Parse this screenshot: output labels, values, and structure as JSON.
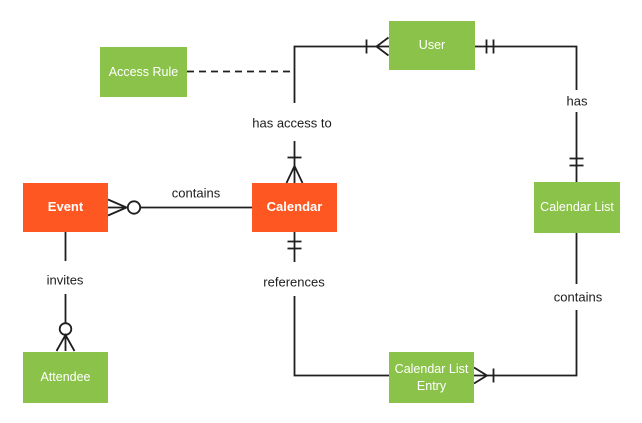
{
  "colors": {
    "entity_orange": "#FF5722",
    "entity_green": "#8BC34A",
    "entity_text": "#FFFFFF",
    "line": "#1F1F1F",
    "label_text": "#1C1C1C",
    "background": "#FFFFFF"
  },
  "entities": [
    {
      "id": "access-rule",
      "label": "Access Rule",
      "color": "green"
    },
    {
      "id": "user",
      "label": "User",
      "color": "green"
    },
    {
      "id": "event",
      "label": "Event",
      "color": "orange"
    },
    {
      "id": "calendar",
      "label": "Calendar",
      "color": "orange"
    },
    {
      "id": "calendar-list",
      "label": "Calendar List",
      "color": "green"
    },
    {
      "id": "attendee",
      "label": "Attendee",
      "color": "green"
    },
    {
      "id": "calendar-list-entry",
      "label": "Calendar List Entry",
      "color": "green"
    }
  ],
  "relationships": [
    {
      "id": "has-access-to",
      "label": "has access to",
      "from": "Calendar",
      "to": "User",
      "from_marker": "one-or-many",
      "to_marker": "one-or-many",
      "style": "solid"
    },
    {
      "id": "has",
      "label": "has",
      "from": "User",
      "to": "Calendar List",
      "from_marker": "one-and-only-one",
      "to_marker": "one-and-only-one",
      "style": "solid"
    },
    {
      "id": "contains-events",
      "label": "contains",
      "from": "Calendar",
      "to": "Event",
      "from_marker": "none",
      "to_marker": "zero-or-many",
      "style": "solid"
    },
    {
      "id": "invites",
      "label": "invites",
      "from": "Event",
      "to": "Attendee",
      "from_marker": "none",
      "to_marker": "zero-or-many",
      "style": "solid"
    },
    {
      "id": "references",
      "label": "references",
      "from": "Calendar List Entry",
      "to": "Calendar",
      "from_marker": "none",
      "to_marker": "one-and-only-one",
      "style": "solid"
    },
    {
      "id": "contains-entries",
      "label": "contains",
      "from": "Calendar List",
      "to": "Calendar List Entry",
      "from_marker": "none",
      "to_marker": "one-or-many",
      "style": "solid"
    },
    {
      "id": "access-rule-link",
      "label": "",
      "from": "Access Rule",
      "to": "has-access-to",
      "from_marker": "none",
      "to_marker": "none",
      "style": "dashed"
    }
  ]
}
